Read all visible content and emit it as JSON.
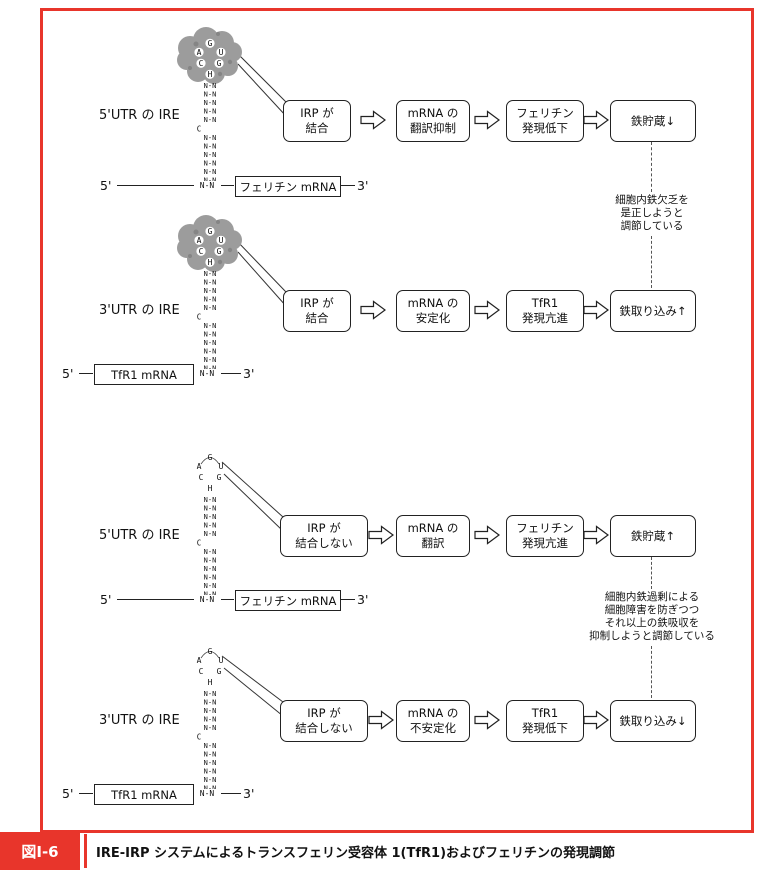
{
  "figure": {
    "accent_red": "#e8352b",
    "caption_label": "図Ⅰ-6",
    "caption_text": "IRE-IRP システムによるトランスフェリン受容体 1(TfR1)およびフェリチンの発現調節"
  },
  "stem_loop": {
    "loop_top": "G",
    "loop_left": "A",
    "loop_right": "U",
    "loop_left2": "C",
    "loop_right2": "G",
    "loop_bottom": "H",
    "upper_pairs": [
      "N-N",
      "N-N",
      "N-N",
      "N-N",
      "N-N"
    ],
    "bulge": "C",
    "lower_pairs": [
      "N-N",
      "N-N",
      "N-N",
      "N-N",
      "N-N",
      "N-N"
    ]
  },
  "panels": [
    {
      "label": "5'UTR の IRE",
      "irp_bound": true,
      "boxes": [
        [
          "IRP が",
          "結合"
        ],
        [
          "mRNA の",
          "翻訳抑制"
        ],
        [
          "フェリチン",
          "発現低下"
        ],
        [
          "鉄貯蔵↓"
        ]
      ],
      "mrna": {
        "five_prime": "5'",
        "nn": "N-N",
        "box_label": "フェリチン mRNA",
        "three_prime": "3'",
        "box_side": "right"
      }
    },
    {
      "label": "3'UTR の IRE",
      "irp_bound": true,
      "boxes": [
        [
          "IRP が",
          "結合"
        ],
        [
          "mRNA の",
          "安定化"
        ],
        [
          "TfR1",
          "発現亢進"
        ],
        [
          "鉄取り込み↑"
        ]
      ],
      "mrna": {
        "five_prime": "5'",
        "nn": "N-N",
        "box_label": "TfR1 mRNA",
        "three_prime": "3'",
        "box_side": "left"
      }
    },
    {
      "label": "5'UTR の IRE",
      "irp_bound": false,
      "boxes": [
        [
          "IRP が",
          "結合しない"
        ],
        [
          "mRNA の",
          "翻訳"
        ],
        [
          "フェリチン",
          "発現亢進"
        ],
        [
          "鉄貯蔵↑"
        ]
      ],
      "mrna": {
        "five_prime": "5'",
        "nn": "N-N",
        "box_label": "フェリチン mRNA",
        "three_prime": "3'",
        "box_side": "right"
      }
    },
    {
      "label": "3'UTR の IRE",
      "irp_bound": false,
      "boxes": [
        [
          "IRP が",
          "結合しない"
        ],
        [
          "mRNA の",
          "不安定化"
        ],
        [
          "TfR1",
          "発現低下"
        ],
        [
          "鉄取り込み↓"
        ]
      ],
      "mrna": {
        "five_prime": "5'",
        "nn": "N-N",
        "box_label": "TfR1 mRNA",
        "three_prime": "3'",
        "box_side": "left"
      }
    }
  ],
  "notes": [
    {
      "lines": [
        "細胞内鉄欠乏を",
        "是正しようと",
        "調節している"
      ]
    },
    {
      "lines": [
        "細胞内鉄過剰による",
        "細胞障害を防ぎつつ",
        "それ以上の鉄吸収を",
        "抑制しようと調節している"
      ]
    }
  ]
}
